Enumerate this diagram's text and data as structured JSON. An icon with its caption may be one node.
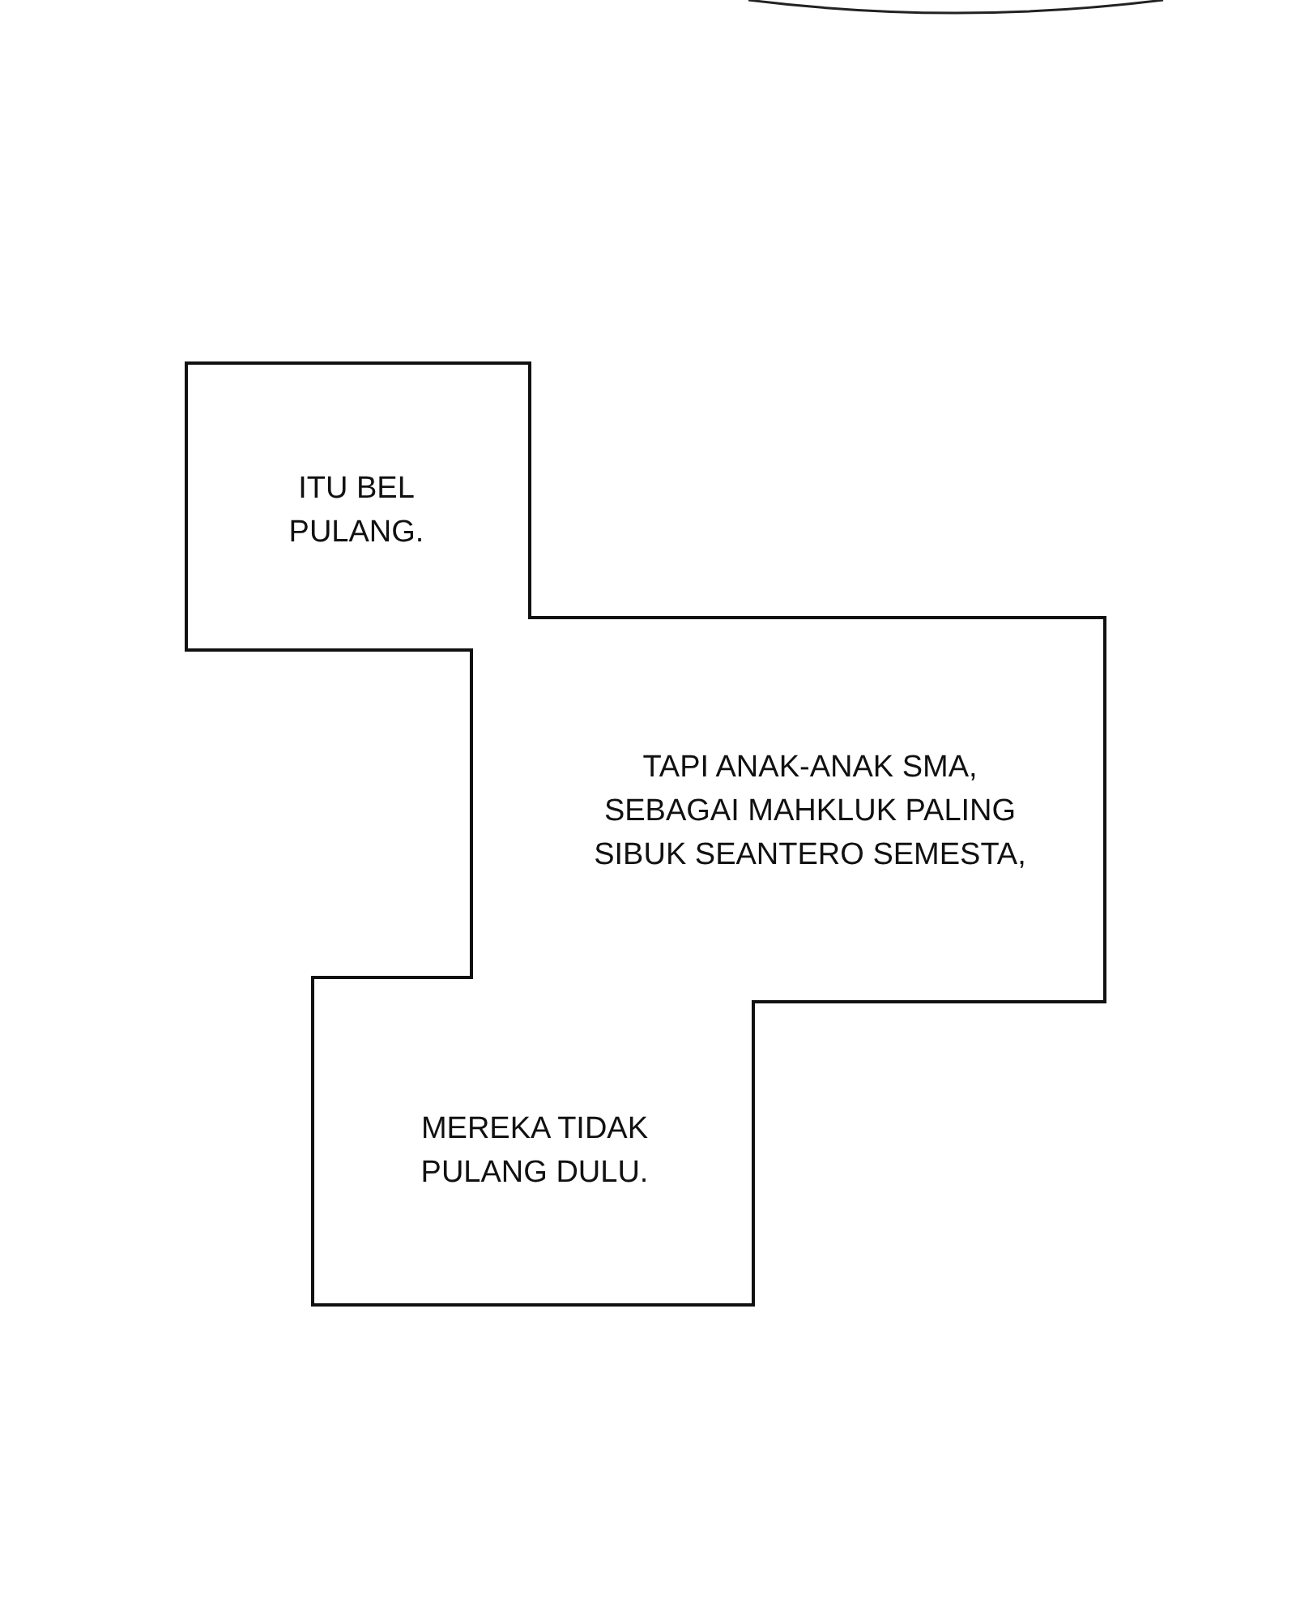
{
  "diagram": {
    "nodes": [
      {
        "text": [
          "ITU BEL PULANG."
        ]
      },
      {
        "text": [
          "TAPI ANAK-ANAK SMA, SEBAGAI MAHKLUK PALING SIBUK SEANTERO SEMESTA,"
        ]
      },
      {
        "text": [
          "MEREKA TIDAK PULANG DULU."
        ]
      }
    ]
  }
}
